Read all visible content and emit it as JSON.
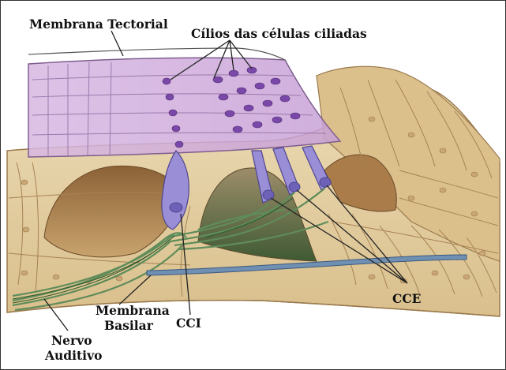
{
  "labels": {
    "membrana_tectorial": "Membrana Tectorial",
    "cilios": "Cílios das células ciliadas",
    "membrana_basilar_1": "Membrana",
    "membrana_basilar_2": "Basilar",
    "nervo_auditivo_1": "Nervo",
    "nervo_auditivo_2": "Auditivo",
    "cci": "CCI",
    "cce": "CCE"
  },
  "colors": {
    "tissue": "#e4cfa2",
    "tissue_dark": "#b08a5a",
    "cell_line": "#a78354",
    "nucleus": "#c9a673",
    "tectorial": "#c9a2d8",
    "hair_cell": "#9a8fd6",
    "nerve": "#5f8c5a",
    "basilar": "#6f8fb3",
    "ink": "#222222"
  }
}
